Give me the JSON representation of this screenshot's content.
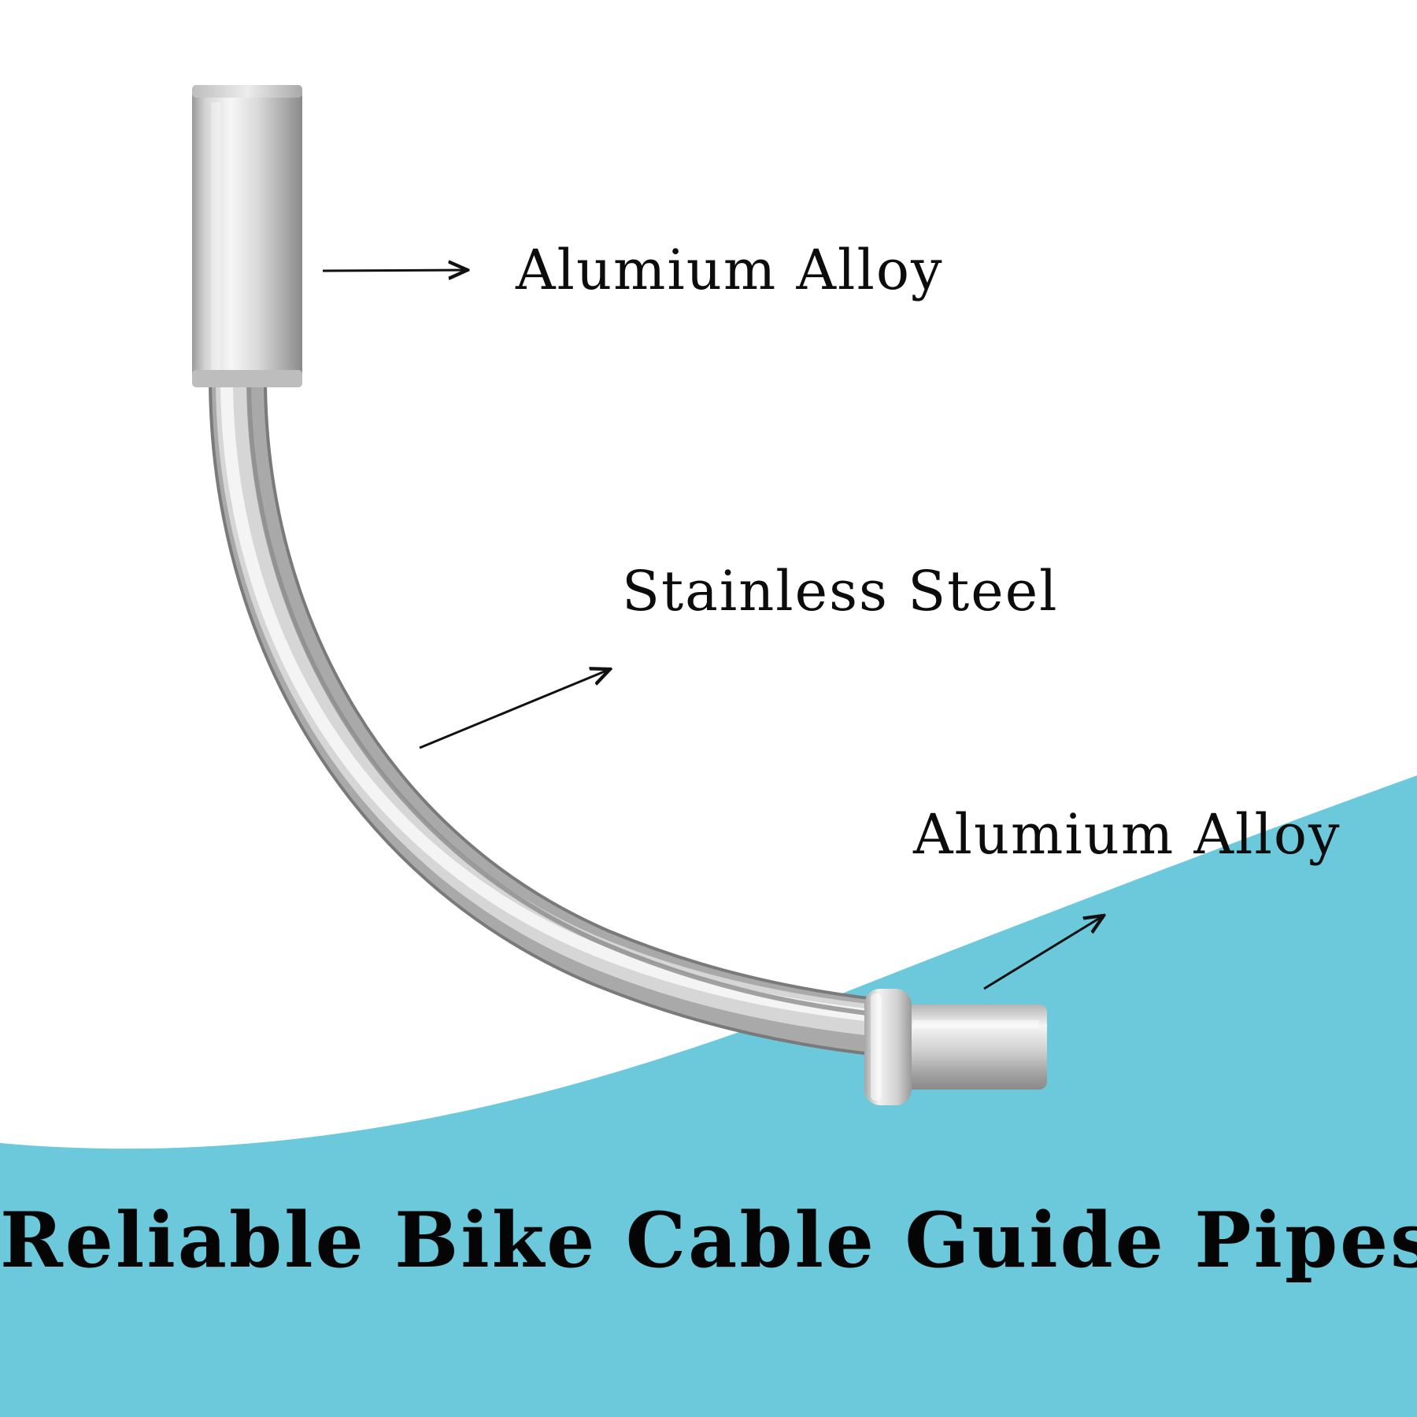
{
  "product": {
    "labels": {
      "top_cap": "Alumium Alloy",
      "bent_tube": "Stainless Steel",
      "bottom_nozzle": "Alumium Alloy"
    },
    "headline": "Reliable Bike Cable Guide Pipes"
  },
  "colors": {
    "background": "#ffffff",
    "accent_wave": "#6cc9dc",
    "text": "#0c0c0c",
    "metal_light": "#f2f2f2",
    "metal_dark": "#8e8e8e"
  }
}
